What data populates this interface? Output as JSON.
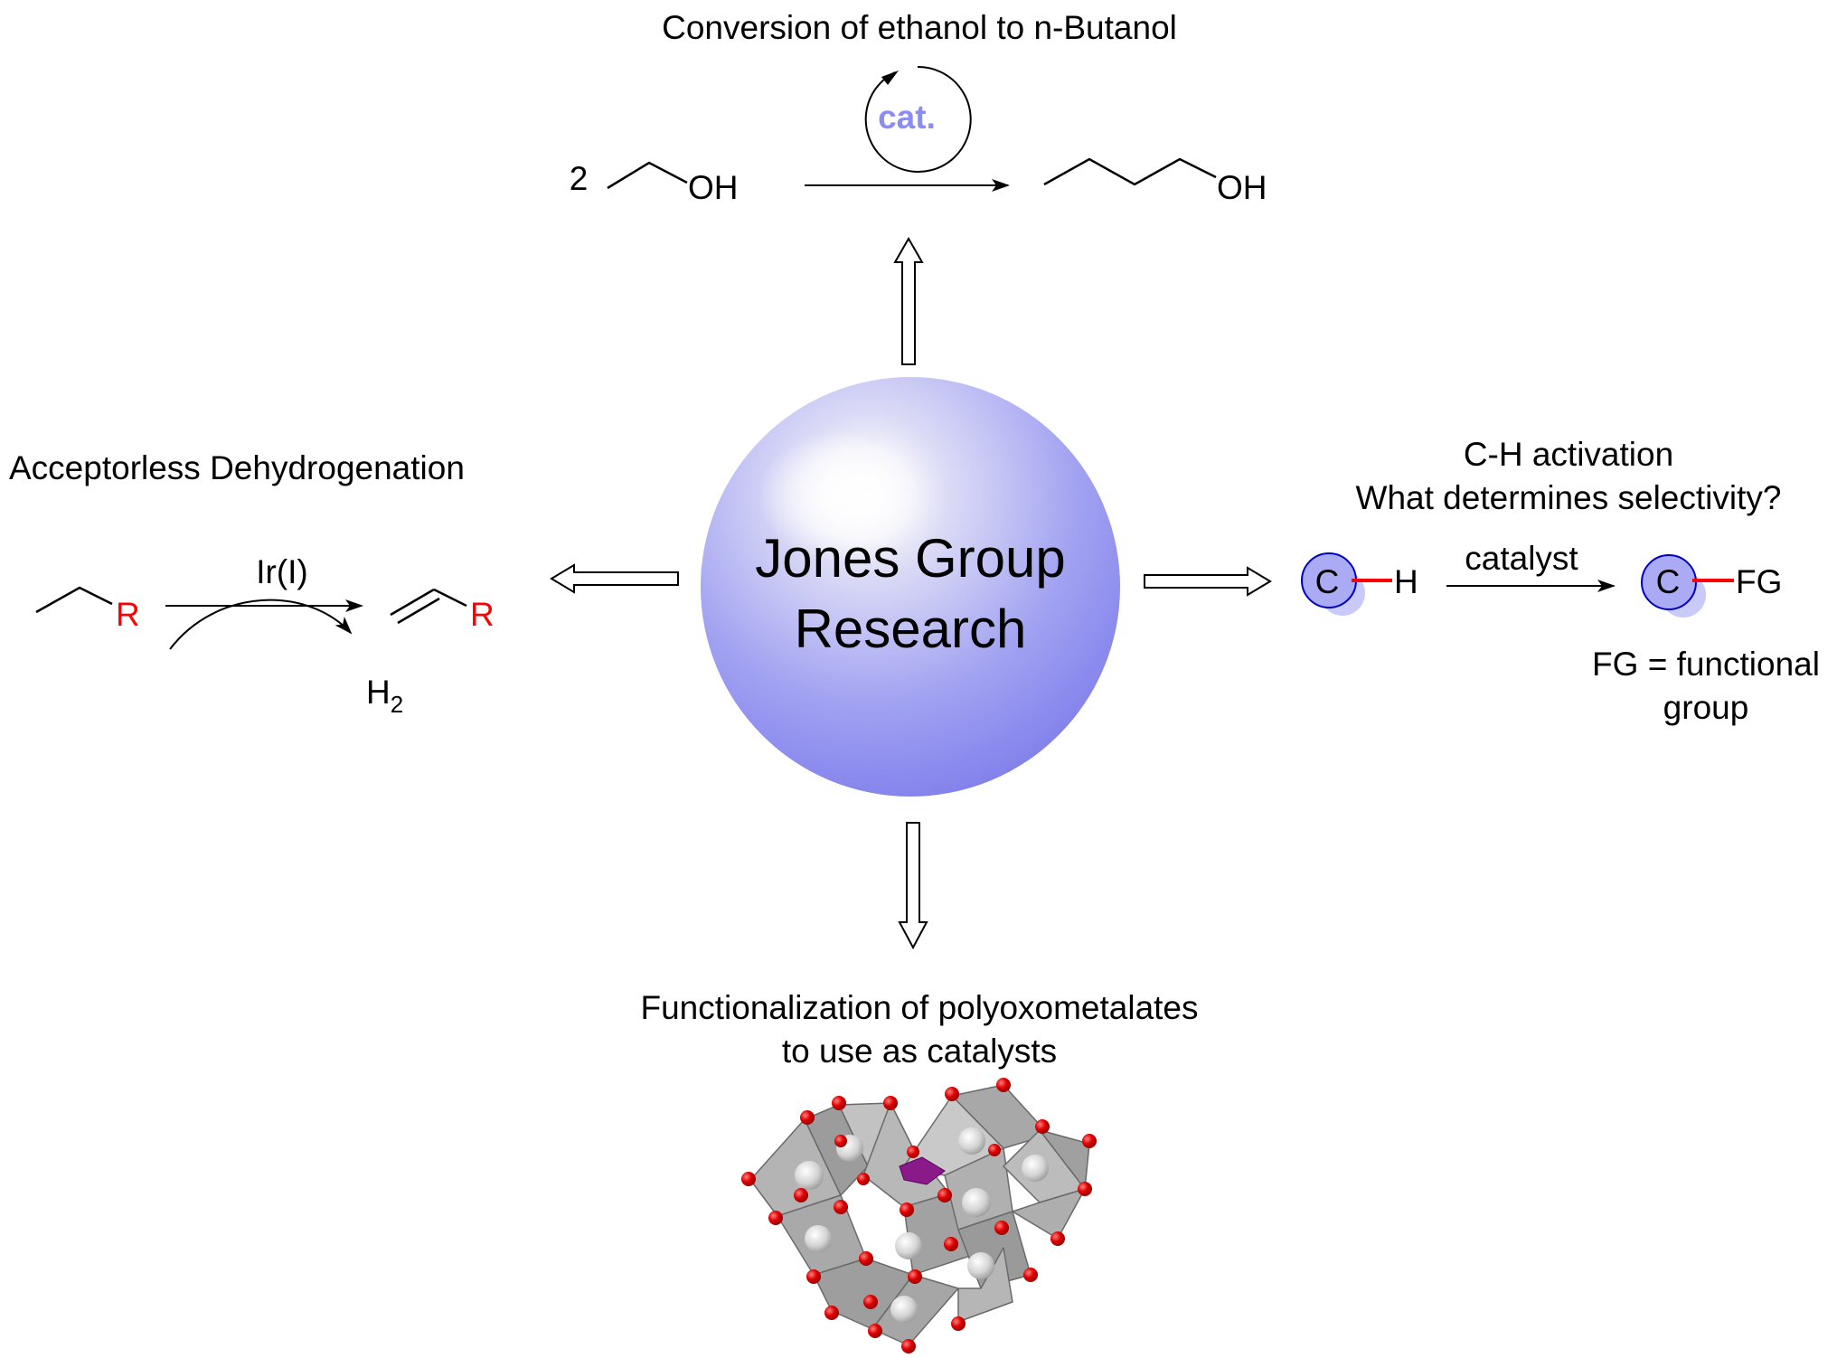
{
  "center": {
    "line1": "Jones Group",
    "line2": "Research"
  },
  "top": {
    "title": "Conversion of ethanol to n-Butanol",
    "coefficient": "2",
    "reactant_group": "OH",
    "product_group": "OH",
    "catalyst_label": "cat."
  },
  "left": {
    "title": "Acceptorless Dehydrogenation",
    "reagent": "Ir(I)",
    "substituent_left": "R",
    "substituent_right": "R",
    "byproduct": "H",
    "byproduct_subscript": "2"
  },
  "right": {
    "title_line1": "C-H activation",
    "title_line2": "What determines selectivity?",
    "reactant_atom": "C",
    "reactant_partner": "H",
    "reagent": "catalyst",
    "product_atom": "C",
    "product_partner": "FG",
    "legend_line1": "FG = functional",
    "legend_line2": "group"
  },
  "bottom": {
    "title_line1": "Functionalization of polyoxometalates",
    "title_line2": "to use as catalysts"
  },
  "colors": {
    "sphere": "#8a8af0",
    "highlight": "#ff0000",
    "catalyst_text": "#8c8cf5",
    "oxygen_atom": "#e00000",
    "polyhedron": "#a8a8a8",
    "heteroatom": "#8a1a8a"
  }
}
